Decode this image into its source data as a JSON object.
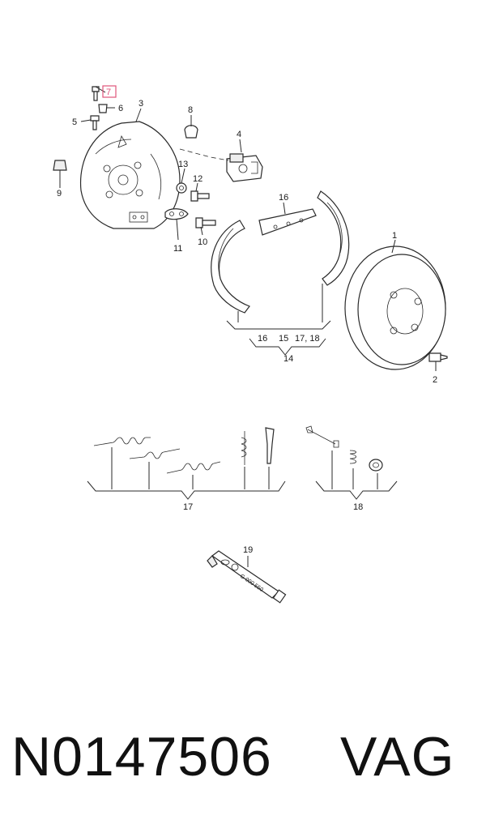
{
  "callouts": {
    "c1": "1",
    "c2": "2",
    "c3": "3",
    "c4": "4",
    "c5": "5",
    "c6": "6",
    "c7": "7",
    "c8": "8",
    "c9": "9",
    "c10": "10",
    "c11": "11",
    "c12": "12",
    "c13": "13",
    "c14": "14",
    "c16": "16",
    "g16": "16",
    "g15": "15",
    "g1718": "17, 18",
    "k17": "17",
    "k18": "18",
    "c19": "19"
  },
  "highlighted_callout": "7",
  "tube_label": "G 000 550",
  "footer": {
    "part_number": "N0147506",
    "brand": "VAG"
  },
  "colors": {
    "highlight": "#e0557a",
    "line": "#2a2a2a"
  }
}
